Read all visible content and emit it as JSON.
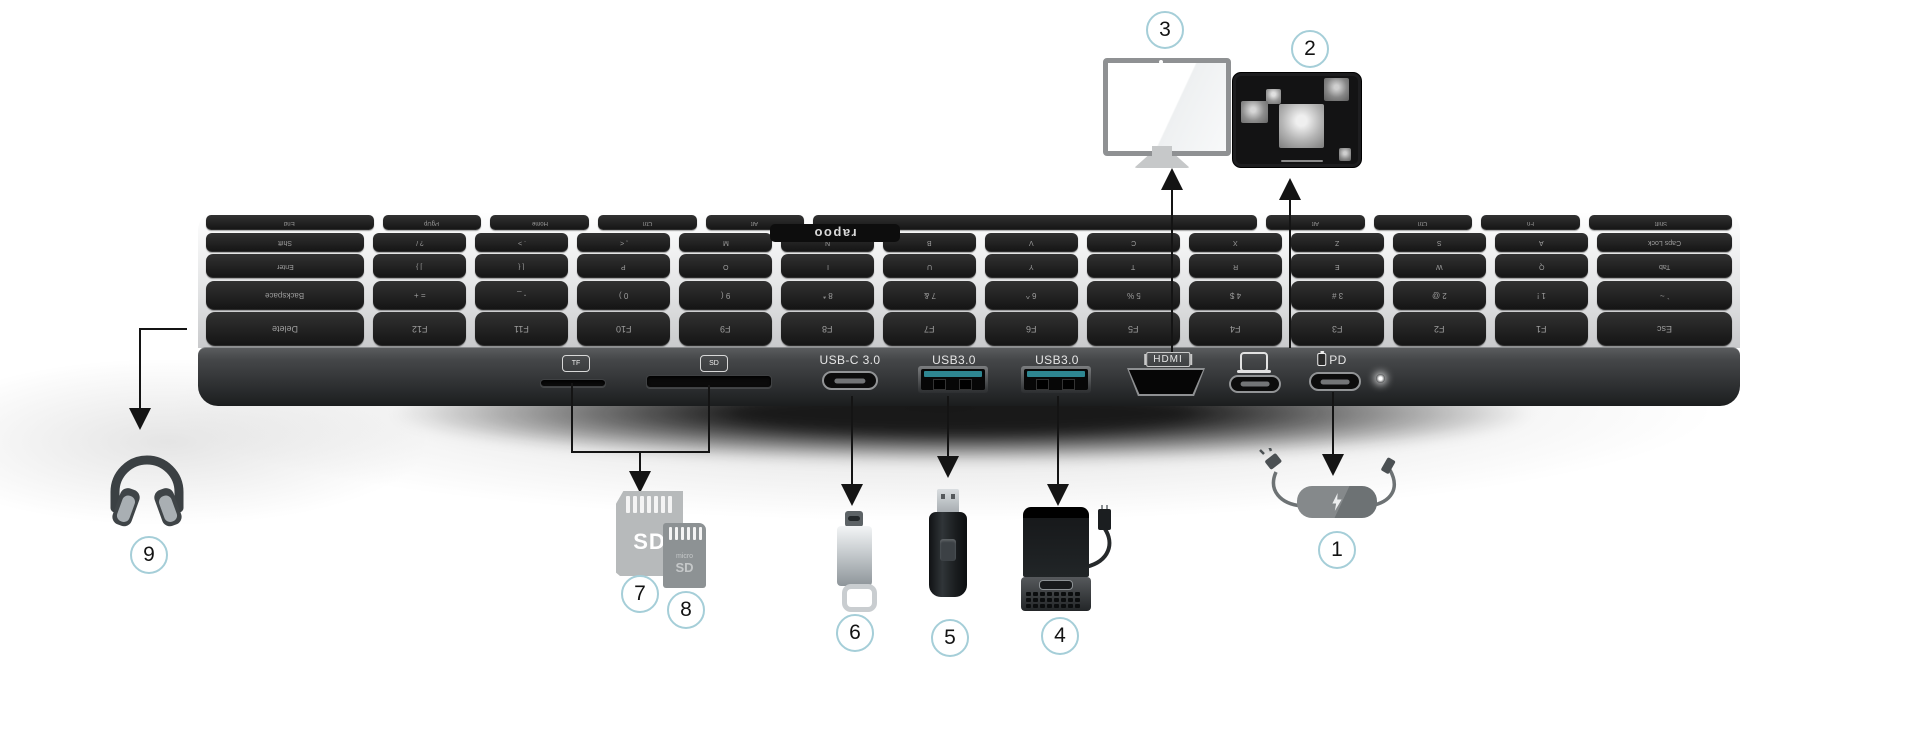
{
  "keyboard": {
    "logo": "rapoo",
    "key_rows": [
      [
        "End",
        "PgUp",
        "Home",
        "Ctrl",
        "Alt",
        "",
        "Alt",
        "Ctrl",
        "Fn",
        "Shift"
      ],
      [
        "Shift",
        "? /",
        ". >",
        ", <",
        "M",
        "N",
        "B",
        "V",
        "C",
        "X",
        "Z",
        "S",
        "A",
        "Caps Lock"
      ],
      [
        "Enter",
        "] }",
        "[ {",
        "P",
        "O",
        "I",
        "U",
        "Y",
        "T",
        "R",
        "E",
        "W",
        "Q",
        "Tab"
      ],
      [
        "Backspace",
        "= +",
        "- _",
        "0 )",
        "9 (",
        "8 *",
        "7 &",
        "6 ^",
        "5 %",
        "4 $",
        "3 #",
        "2 @",
        "1 !",
        "` ~"
      ],
      [
        "Delete",
        "F12",
        "F11",
        "F10",
        "F9",
        "F8",
        "F7",
        "F6",
        "F5",
        "F4",
        "F3",
        "F2",
        "F1",
        "Esc"
      ]
    ]
  },
  "panel": {
    "ports": [
      {
        "name": "tf-card-slot",
        "label": "TF"
      },
      {
        "name": "sd-card-slot",
        "label": "SD"
      },
      {
        "name": "usb-c-port",
        "label": "USB-C 3.0"
      },
      {
        "name": "usb-a-port-1",
        "label": "USB3.0"
      },
      {
        "name": "usb-a-port-2",
        "label": "USB3.0"
      },
      {
        "name": "hdmi-port",
        "label": "HDMI"
      },
      {
        "name": "laptop-usb-c-port",
        "label": ""
      },
      {
        "name": "pd-charge-port",
        "label": "PD"
      }
    ]
  },
  "callouts": [
    {
      "number": "1",
      "device": "power-bank-charger"
    },
    {
      "number": "2",
      "device": "tablet-video-call"
    },
    {
      "number": "3",
      "device": "external-monitor"
    },
    {
      "number": "4",
      "device": "mobile-phone-with-keyboard"
    },
    {
      "number": "5",
      "device": "usb-flash-drive"
    },
    {
      "number": "6",
      "device": "usb-c-flash-drive"
    },
    {
      "number": "7",
      "device": "sd-card"
    },
    {
      "number": "8",
      "device": "micro-sd-card"
    },
    {
      "number": "9",
      "device": "headphones"
    }
  ],
  "devices": {
    "sd_card_label": "SD",
    "micro_sd_label_line1": "micro",
    "micro_sd_label_line2": "SD"
  },
  "colors": {
    "callout_ring": "#a5ced8",
    "usb3_tongue": "#2e8691",
    "led": "#ffffff",
    "line": "#141414"
  }
}
